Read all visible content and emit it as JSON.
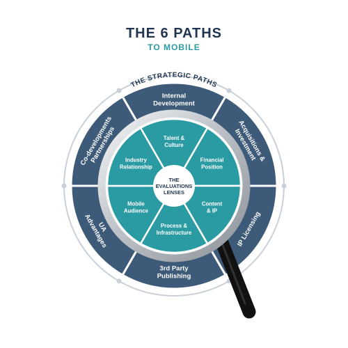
{
  "title": "THE 6 PATHS",
  "subtitle": "TO MOBILE",
  "ring_label": "THE STRATEGIC PATHS",
  "center_label": [
    "THE",
    "EVALUATIONS",
    "LENSES"
  ],
  "outer_paths": [
    {
      "name": "internal-development",
      "lines": [
        "Internal",
        "Development"
      ]
    },
    {
      "name": "acquisitions-investment",
      "lines": [
        "Acquisitions &",
        "Investment"
      ]
    },
    {
      "name": "ip-licensing",
      "lines": [
        "IP Licensing"
      ]
    },
    {
      "name": "3rd-party-publishing",
      "lines": [
        "3rd Party",
        "Publishing"
      ]
    },
    {
      "name": "ua-advantages",
      "lines": [
        "UA",
        "Advantages"
      ]
    },
    {
      "name": "co-developments-partnerships",
      "lines": [
        "Co-developments",
        "Partnerships"
      ]
    }
  ],
  "lenses": [
    {
      "name": "talent-culture",
      "lines": [
        "Talent &",
        "Culture"
      ]
    },
    {
      "name": "financial-position",
      "lines": [
        "Financial",
        "Position"
      ]
    },
    {
      "name": "content-ip",
      "lines": [
        "Content",
        "& IP"
      ]
    },
    {
      "name": "process-infrastructure",
      "lines": [
        "Process &",
        "Infrastructure"
      ]
    },
    {
      "name": "mobile-audience",
      "lines": [
        "Mobile",
        "Audience"
      ]
    },
    {
      "name": "industry-relationship",
      "lines": [
        "Industry",
        "Relationship"
      ]
    }
  ],
  "colors": {
    "title": "#1f3550",
    "subtitle": "#2a9aa3",
    "outer_segment": "#3d5a78",
    "lens_segment": "#2a9aa3",
    "outer_ring": "#c9d0d8",
    "handle": "#111111",
    "frame": "#c8ccd0",
    "center": "#ffffff"
  }
}
